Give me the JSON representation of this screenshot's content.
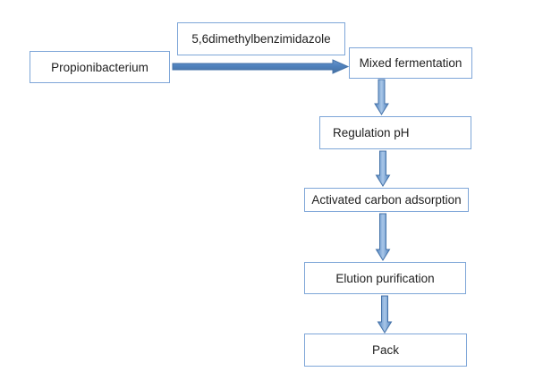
{
  "diagram": {
    "type": "flowchart",
    "nodes": [
      {
        "id": "propionibacterium",
        "label": "Propionibacterium"
      },
      {
        "id": "dmb",
        "label": "5,6dimethylbenzimidazole"
      },
      {
        "id": "mixed-fermentation",
        "label": "Mixed fermentation"
      },
      {
        "id": "regulation-ph",
        "label": "Regulation pH"
      },
      {
        "id": "activated-carbon-adsorption",
        "label": "Activated carbon adsorption"
      },
      {
        "id": "elution-purification",
        "label": "Elution purification"
      },
      {
        "id": "pack",
        "label": "Pack"
      }
    ],
    "edges": [
      {
        "from": "Propionibacterium",
        "to": "Mixed fermentation",
        "direction": "right"
      },
      {
        "from": "Mixed fermentation",
        "to": "Regulation pH",
        "direction": "down"
      },
      {
        "from": "Regulation pH",
        "to": "Activated carbon adsorption",
        "direction": "down"
      },
      {
        "from": "Activated carbon adsorption",
        "to": "Elution purification",
        "direction": "down"
      },
      {
        "from": "Elution purification",
        "to": "Pack",
        "direction": "down"
      }
    ]
  },
  "colors": {
    "background": "#ffffff",
    "box_fill": "#ffffff",
    "box_border": "#7ea6d8",
    "text": "#1f1f1f",
    "arrow_border": "#4472a8",
    "arrow_edge": "#4f81bd",
    "arrow_center": "#a8c6e8",
    "arrow_light": "#6d97cc",
    "arrow_dark": "#47709f"
  }
}
